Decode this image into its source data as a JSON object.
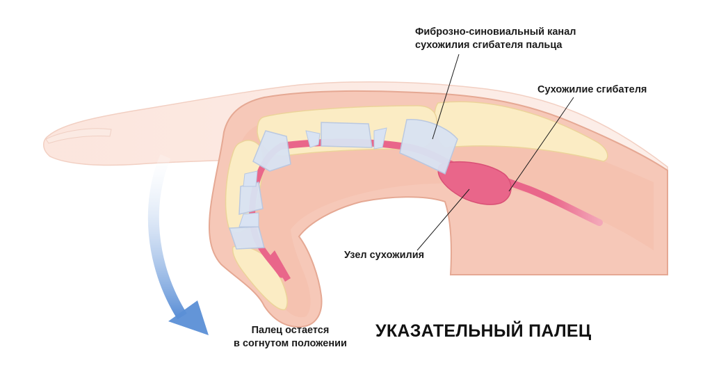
{
  "title": "УКАЗАТЕЛЬНЫЙ ПАЛЕЦ",
  "labels": {
    "canal": [
      "Фиброзно-синовиальный канал",
      "сухожилия сгибателя пальца"
    ],
    "tendon": "Сухожилие сгибателя",
    "nodule": "Узел сухожилия",
    "bent": [
      "Палец остается",
      "в согнутом положении"
    ]
  },
  "colors": {
    "skin": "#f6c8b8",
    "skin_ghost": "#fbe3da",
    "bone": "#fbecc4",
    "tendon": "#e9668a",
    "sheath": "#d9e3f3",
    "arrow": "#5b8fd6"
  }
}
